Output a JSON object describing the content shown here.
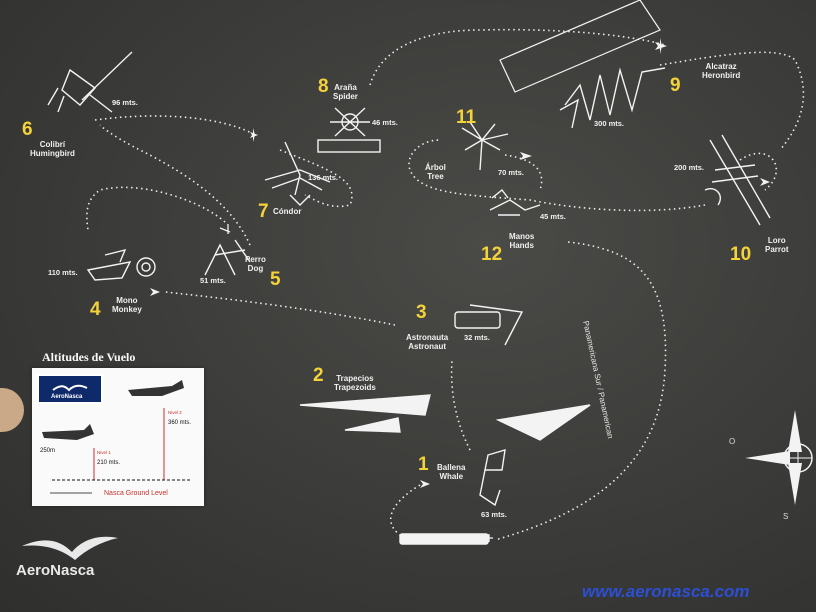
{
  "sites": [
    {
      "id": "6",
      "number": "6",
      "name_es": "Colibrí",
      "name_en": "Humingbird",
      "distance": "96 mts."
    },
    {
      "id": "7",
      "number": "7",
      "name_es": "Cóndor",
      "name_en": "",
      "distance": "136 mts."
    },
    {
      "id": "8",
      "number": "8",
      "name_es": "Araña",
      "name_en": "Spider",
      "distance": "46 mts."
    },
    {
      "id": "11",
      "number": "11",
      "name_es": "Árbol",
      "name_en": "Tree",
      "distance": "70 mts."
    },
    {
      "id": "9",
      "number": "9",
      "name_es": "Alcatraz",
      "name_en": "Heronbird",
      "distance": "300 mts."
    },
    {
      "id": "10",
      "number": "10",
      "name_es": "Loro",
      "name_en": "Parrot",
      "distance": "200 mts."
    },
    {
      "id": "12",
      "number": "12",
      "name_es": "Manos",
      "name_en": "Hands",
      "distance": "45 mts."
    },
    {
      "id": "4",
      "number": "4",
      "name_es": "Mono",
      "name_en": "Monkey",
      "distance": "110 mts."
    },
    {
      "id": "5",
      "number": "5",
      "name_es": "Perro",
      "name_en": "Dog",
      "distance": "51 mts."
    },
    {
      "id": "3",
      "number": "3",
      "name_es": "Astronauta",
      "name_en": "Astronaut",
      "distance": "32 mts."
    },
    {
      "id": "2",
      "number": "2",
      "name_es": "Trapecios",
      "name_en": "Trapezoids",
      "distance": ""
    },
    {
      "id": "1",
      "number": "1",
      "name_es": "Ballena",
      "name_en": "Whale",
      "distance": "63 mts."
    }
  ],
  "highway_label": "Panamericana Sur / Panamerican",
  "compass": {
    "west": "O",
    "south": "S"
  },
  "altitudes": {
    "title": "Altitudes de Vuelo",
    "logo": "AeroNasca",
    "level_2": "Nivel 2",
    "alt_2": "360 mts.",
    "level_1": "Nivel 1",
    "alt_1": "210 mts.",
    "left_alt": "250m",
    "ground": "Nasca Ground Level"
  },
  "brand": "AeroNasca",
  "website": "www.aeronasca.com",
  "colors": {
    "number": "#f3d23a",
    "route": "#eeeeee",
    "website": "#2c4fd4",
    "logo_bg": "#0f2a6b"
  }
}
